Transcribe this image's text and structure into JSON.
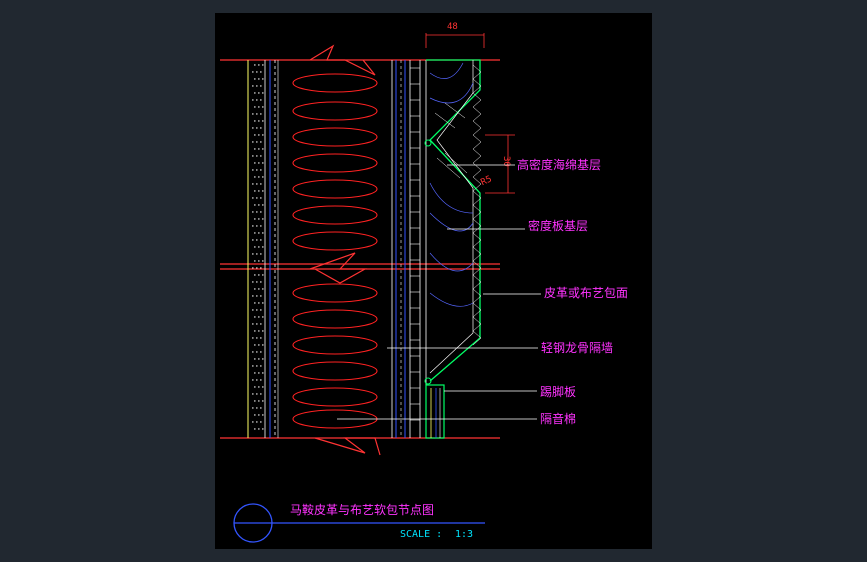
{
  "drawing": {
    "title": "马鞍皮革与布艺软包节点图",
    "scale_label": "SCALE :",
    "scale_value": "1:3",
    "dimension_top": "48",
    "dimension_side": "30",
    "radius_mark": "R5",
    "colors": {
      "background": "#000000",
      "label": "#ff33ff",
      "wall_line": "#ff3333",
      "leader": "#ffffff",
      "facing": "#00ff66",
      "scale_text": "#00e5ff",
      "stud": "#3355ff"
    }
  },
  "labels": [
    {
      "text": "高密度海绵基层",
      "name": "label-high-density-sponge"
    },
    {
      "text": "密度板基层",
      "name": "label-density-board"
    },
    {
      "text": "皮革或布艺包面",
      "name": "label-leather-fabric-facing"
    },
    {
      "text": "轻钢龙骨隔墙",
      "name": "label-light-steel-keel-wall"
    },
    {
      "text": "踢脚板",
      "name": "label-skirting-board"
    },
    {
      "text": "隔音棉",
      "name": "label-soundproof-cotton"
    }
  ]
}
